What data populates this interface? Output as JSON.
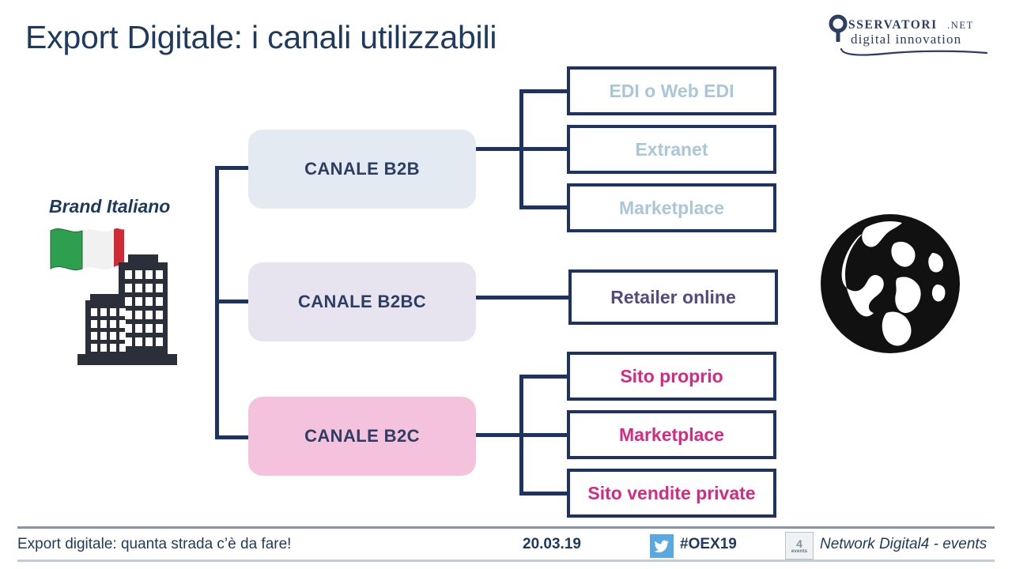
{
  "slide": {
    "title": "Export Digitale: i canali utilizzabili",
    "background_color": "#ffffff",
    "accent_navy": "#1f3363",
    "accent_magenta": "#d42a84"
  },
  "logo": {
    "name": "osservatori-net-logo",
    "line1_bold": "SSERVATORI",
    "line1_light": ".NET",
    "line2": "digital innovation"
  },
  "source": {
    "label": "Brand Italiano",
    "flag_icon": "italian-flag-icon",
    "company_icon": "office-buildings-icon"
  },
  "world": {
    "icon": "globe-icon"
  },
  "channels": [
    {
      "id": "b2b",
      "label": "CANALE B2B",
      "fill": "#e3eaf1",
      "text_color": "#2c3e63",
      "leaves": [
        {
          "label": "EDI o Web EDI",
          "text_color": "#a9c7d8"
        },
        {
          "label": "Extranet",
          "text_color": "#a9c7d8"
        },
        {
          "label": "Marketplace",
          "text_color": "#a9c7d8"
        }
      ]
    },
    {
      "id": "b2bc",
      "label": "CANALE B2BC",
      "fill": "#e7e4ef",
      "text_color": "#2c3e63",
      "leaves": [
        {
          "label": "Retailer online",
          "text_color": "#554a7d"
        }
      ]
    },
    {
      "id": "b2c",
      "label": "CANALE B2C",
      "fill": "#f5c2dd",
      "text_color": "#2c3e63",
      "leaves": [
        {
          "label": "Sito proprio",
          "text_color": "#d42a84"
        },
        {
          "label": "Marketplace",
          "text_color": "#d42a84"
        },
        {
          "label": "Sito vendite private",
          "text_color": "#d42a84"
        }
      ]
    }
  ],
  "footer": {
    "left": "Export digitale: quanta strada c’è da fare!",
    "date": "20.03.19",
    "twitter_icon": "twitter-bird-icon",
    "hashtag": "#OEX19",
    "brand_icon": "digital4-events-icon",
    "brand_icon_number": "4",
    "brand_icon_sub": "events",
    "network": "Network Digital4 - events"
  }
}
